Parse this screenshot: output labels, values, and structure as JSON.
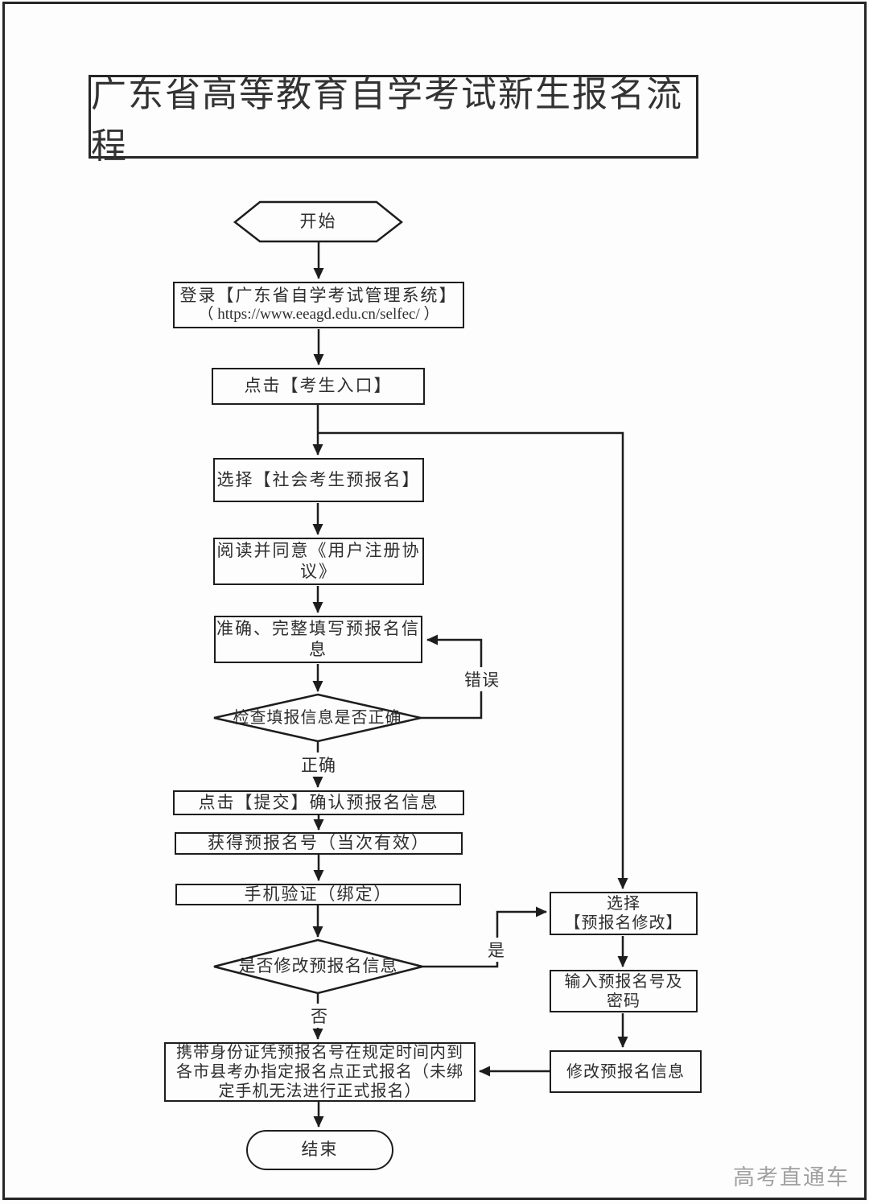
{
  "title": "广东省高等教育自学考试新生报名流程",
  "watermark": "高考直通车",
  "flow": {
    "start": "开始",
    "login": {
      "line1": "登录【广东省自学考试管理系统】",
      "line2": "（ https://www.eeagd.edu.cn/selfec/ ）"
    },
    "click_entry": "点击【考生入口】",
    "select_pre_reg": "选择【社会考生预报名】",
    "read_agreement": "阅读并同意《用户注册协议》",
    "fill_info": "准确、完整填写预报名信息",
    "check_info": "检查填报信息是否正确",
    "submit_confirm": "点击【提交】确认预报名信息",
    "get_pre_reg_no": "获得预报名号（当次有效）",
    "phone_verify": "手机验证（绑定）",
    "modify_decision": "是否修改预报名信息",
    "select_modify": {
      "line1": "选择",
      "line2": "【预报名修改】"
    },
    "input_credentials": {
      "line1": "输入预报名号及",
      "line2": "密码"
    },
    "modify_info": "修改预报名信息",
    "formal_registration": "携带身份证凭预报名号在规定时间内到各市县考办指定报名点正式报名（未绑定手机无法进行正式报名）",
    "end": "结束"
  },
  "labels": {
    "correct": "正确",
    "wrong": "错误",
    "yes": "是",
    "no": "否"
  },
  "colors": {
    "line": "#1d1d1d",
    "text": "#2e2e2e",
    "background": "#fdfdfd",
    "watermark": "#a0a0a0"
  }
}
